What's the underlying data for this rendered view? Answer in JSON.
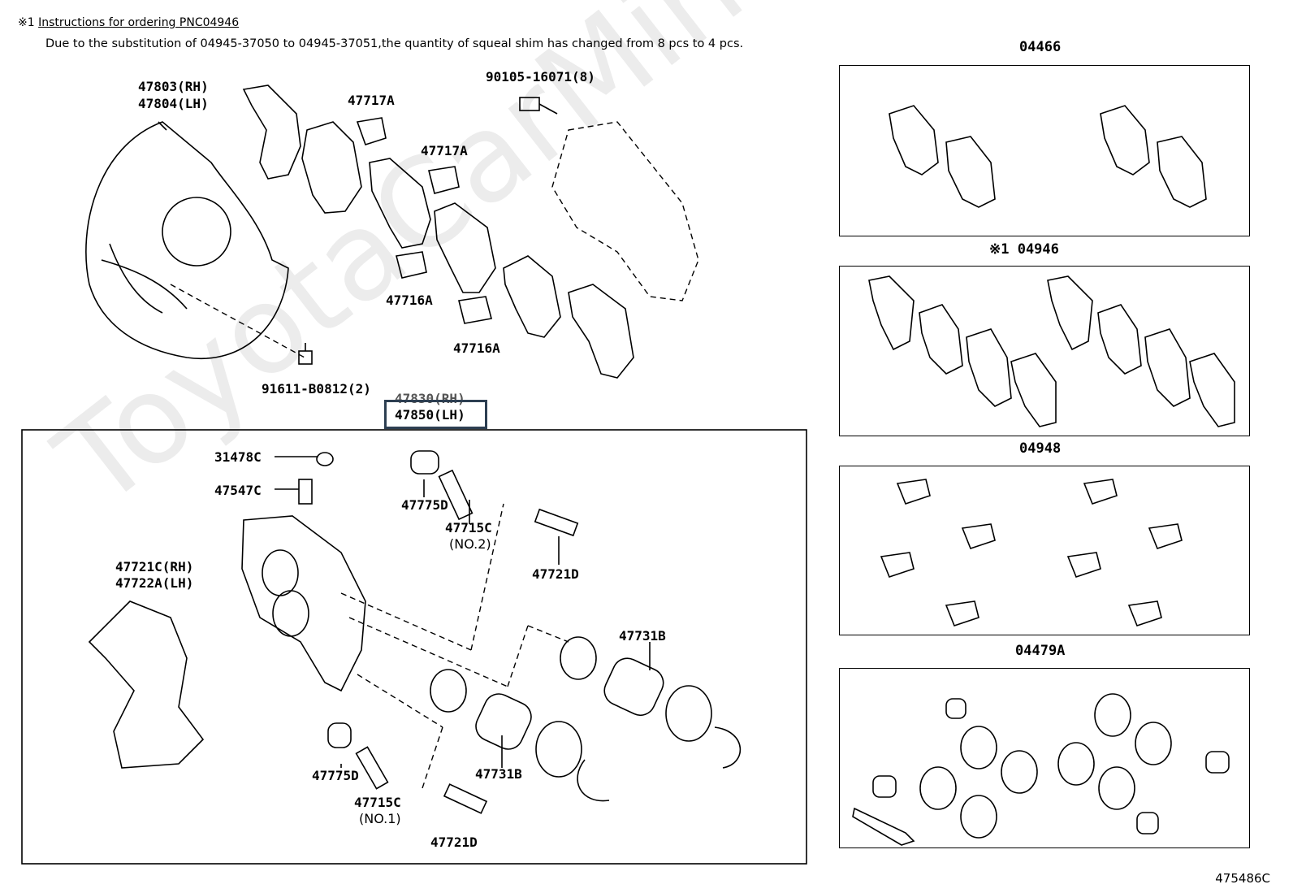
{
  "note": {
    "marker": "※1",
    "title": "Instructions for ordering PNC04946",
    "body": "Due to the substitution of 04945-37050 to 04945-37051,the quantity of squeal shim has changed from 8 pcs to 4 pcs."
  },
  "watermark": "ToyotaCarMine.ru",
  "labels": {
    "dust_cover": [
      "47803(RH)",
      "47804(LH)"
    ],
    "bolt_top": "90105-16071(8)",
    "clip_47717a_1": "47717A",
    "clip_47717a_2": "47717A",
    "clip_47716a_1": "47716A",
    "clip_47716a_2": "47716A",
    "bolt_bottom": "91611-B0812(2)",
    "caliper_rh": "47830(RH)",
    "caliper_lh": "47850(LH)",
    "plug": "31478C",
    "bleeder": "47547C",
    "boot_top": "47775D",
    "pin_top": "47715C",
    "pin_top_sub": "(NO.2)",
    "bolt_top_pin": "47721D",
    "mounting": [
      "47721C(RH)",
      "47722A(LH)"
    ],
    "piston_right": "47731B",
    "piston_mid": "47731B",
    "boot_bottom": "47775D",
    "pin_bottom": "47715C",
    "pin_bottom_sub": "(NO.1)",
    "bolt_bottom_pin": "47721D"
  },
  "kits": [
    {
      "title": "04466"
    },
    {
      "title": "※1 04946"
    },
    {
      "title": "04948"
    },
    {
      "title": "04479A"
    }
  ],
  "figure_code": "475486C",
  "highlight_color": "#2d3f52"
}
